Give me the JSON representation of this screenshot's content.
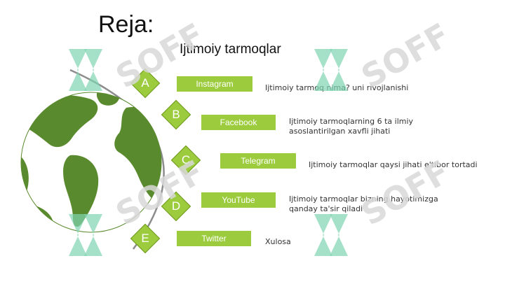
{
  "slide": {
    "title": "Reja:",
    "subtitle": "Ijtimoiy tarmoqlar",
    "items": [
      {
        "letter": "A",
        "label": "Instagram",
        "desc": "Ijtimoiy tarmoq nima? uni rivojlanishi"
      },
      {
        "letter": "B",
        "label": "Facebook",
        "desc": "Ijtimoiy tarmoqlarning 6 ta ilmiy asoslantirilgan xavfli jihati"
      },
      {
        "letter": "C",
        "label": "Telegram",
        "desc": "Ijtimoiy tarmoqlar qaysi jihati e'tibor tortadi"
      },
      {
        "letter": "D",
        "label": "YouTube",
        "desc": "Ijtimoiy tarmoqlar bizning hayotimizga qanday ta'sir qiladi"
      },
      {
        "letter": "E",
        "label": "Twitter",
        "desc": "Xulosa"
      }
    ]
  },
  "watermark": {
    "text": "SOFF"
  },
  "colors": {
    "accent": "#9ccc3d",
    "accent_dark": "#6f9a1f",
    "globe_land": "#5a8a2e",
    "globe_sea": "#ffffff"
  },
  "icons": {
    "globe": "globe-icon",
    "watermark_logo": "soff-logo"
  }
}
